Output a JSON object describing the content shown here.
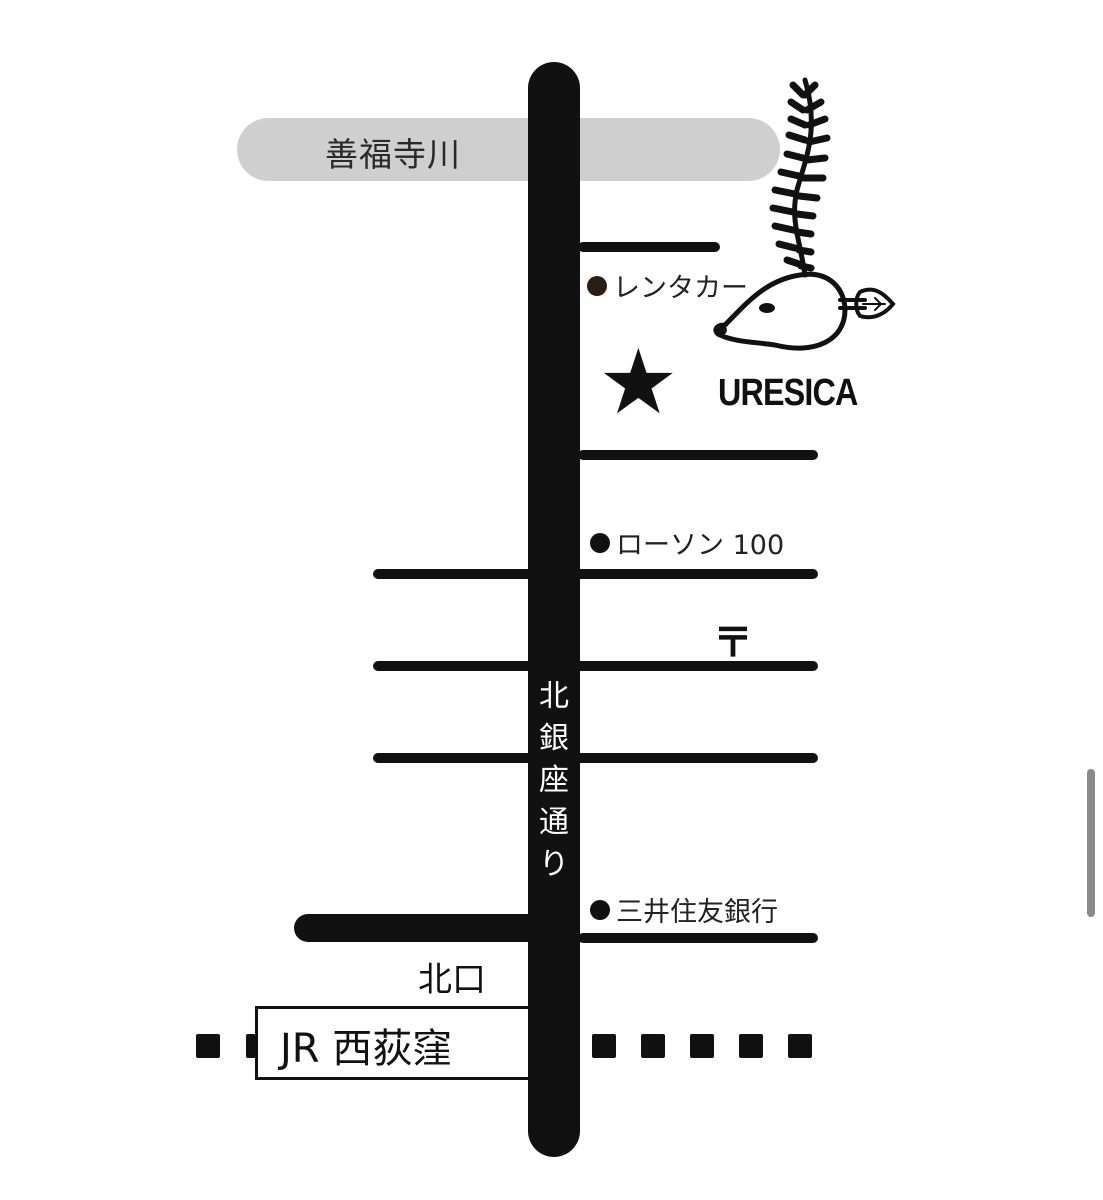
{
  "map": {
    "river_label": "善福寺川",
    "main_street_label": [
      "北",
      "銀",
      "座",
      "通",
      "り"
    ],
    "destination": {
      "name": "URESICA",
      "marker": "★"
    },
    "landmarks": [
      {
        "label": "レンタカー",
        "dot_color": "#2b1d14"
      },
      {
        "label": "ローソン 100",
        "dot_color": "#111111"
      },
      {
        "label": "三井住友銀行",
        "dot_color": "#111111"
      }
    ],
    "post_office_symbol": "〒",
    "station": {
      "label": "JR 西荻窪",
      "exit_label": "北口"
    }
  },
  "icons": {
    "star": "star-icon",
    "post_office": "post-office-icon",
    "logo": "deer-fern-logo-icon"
  },
  "colors": {
    "road": "#111111",
    "river": "#cfcfcf",
    "background": "#ffffff"
  }
}
